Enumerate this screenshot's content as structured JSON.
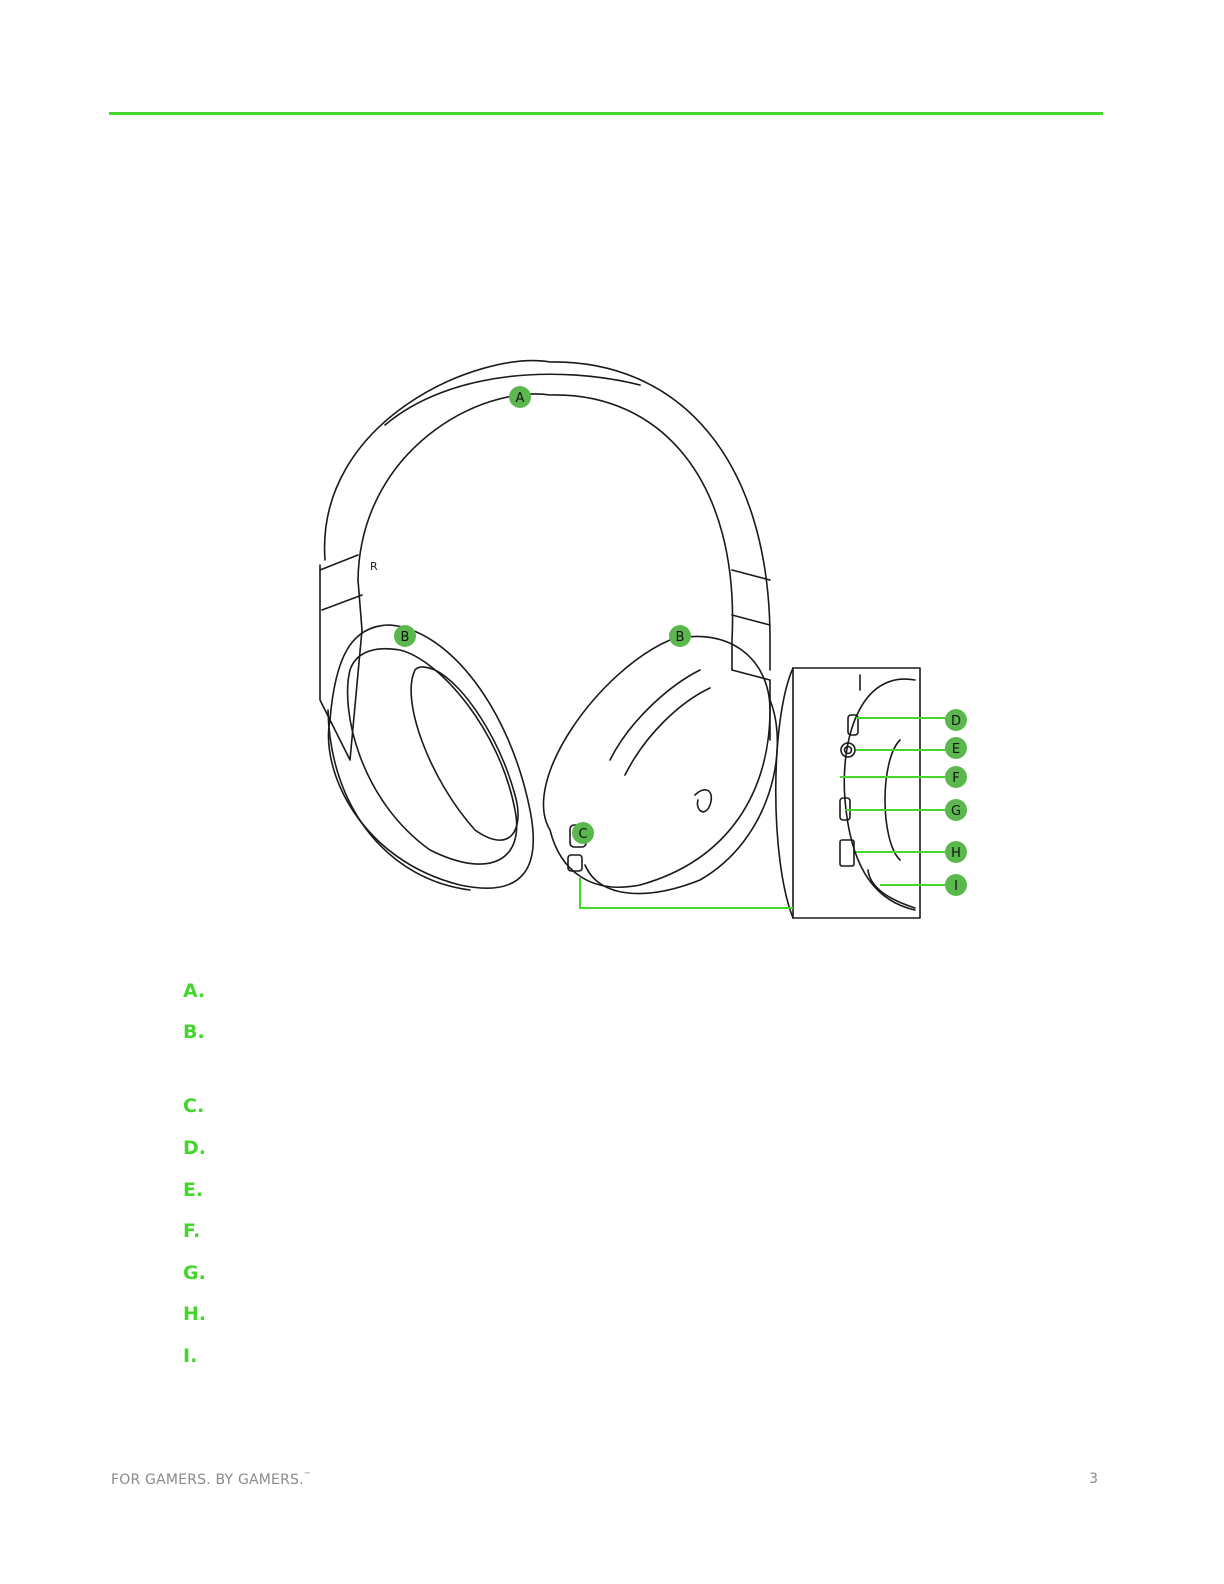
{
  "header": {
    "rule_color": "#44d62c"
  },
  "diagram": {
    "callouts": [
      "A",
      "B",
      "B",
      "C",
      "D",
      "E",
      "F",
      "G",
      "H",
      "I"
    ],
    "headband_mark": "R",
    "colors": {
      "callout_fill": "#5cb84e",
      "leader_line": "#44d62c",
      "outline": "#1a1a1a"
    }
  },
  "legend": {
    "items": [
      "A.",
      "B.",
      "C.",
      "D.",
      "E.",
      "F.",
      "G.",
      "H.",
      "I."
    ]
  },
  "footer": {
    "tagline": "FOR GAMERS. BY GAMERS.",
    "trademark": "™",
    "page_number": "3"
  }
}
